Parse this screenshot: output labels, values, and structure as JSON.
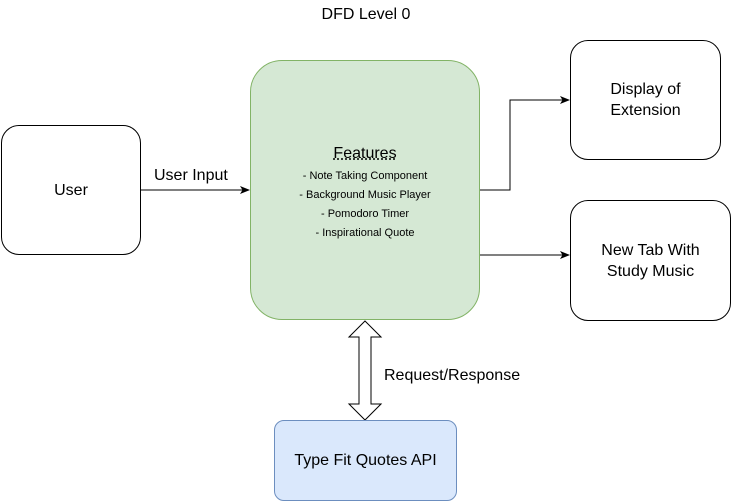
{
  "diagram": {
    "title": "DFD Level 0",
    "nodes": {
      "user": "User",
      "features": {
        "heading": "Features",
        "items": [
          "- Note Taking Component",
          "- Background Music Player",
          "- Pomodoro Timer",
          "- Inspirational Quote"
        ]
      },
      "display_line1": "Display of",
      "display_line2": "Extension",
      "newtab_line1": "New Tab With",
      "newtab_line2": "Study Music",
      "api": "Type Fit Quotes API"
    },
    "edges": {
      "user_input": "User Input",
      "request_response": "Request/Response"
    },
    "colors": {
      "features_fill": "#d5e8d4",
      "features_stroke": "#82b366",
      "api_fill": "#dae8fc",
      "api_stroke": "#6c8ebf"
    }
  }
}
